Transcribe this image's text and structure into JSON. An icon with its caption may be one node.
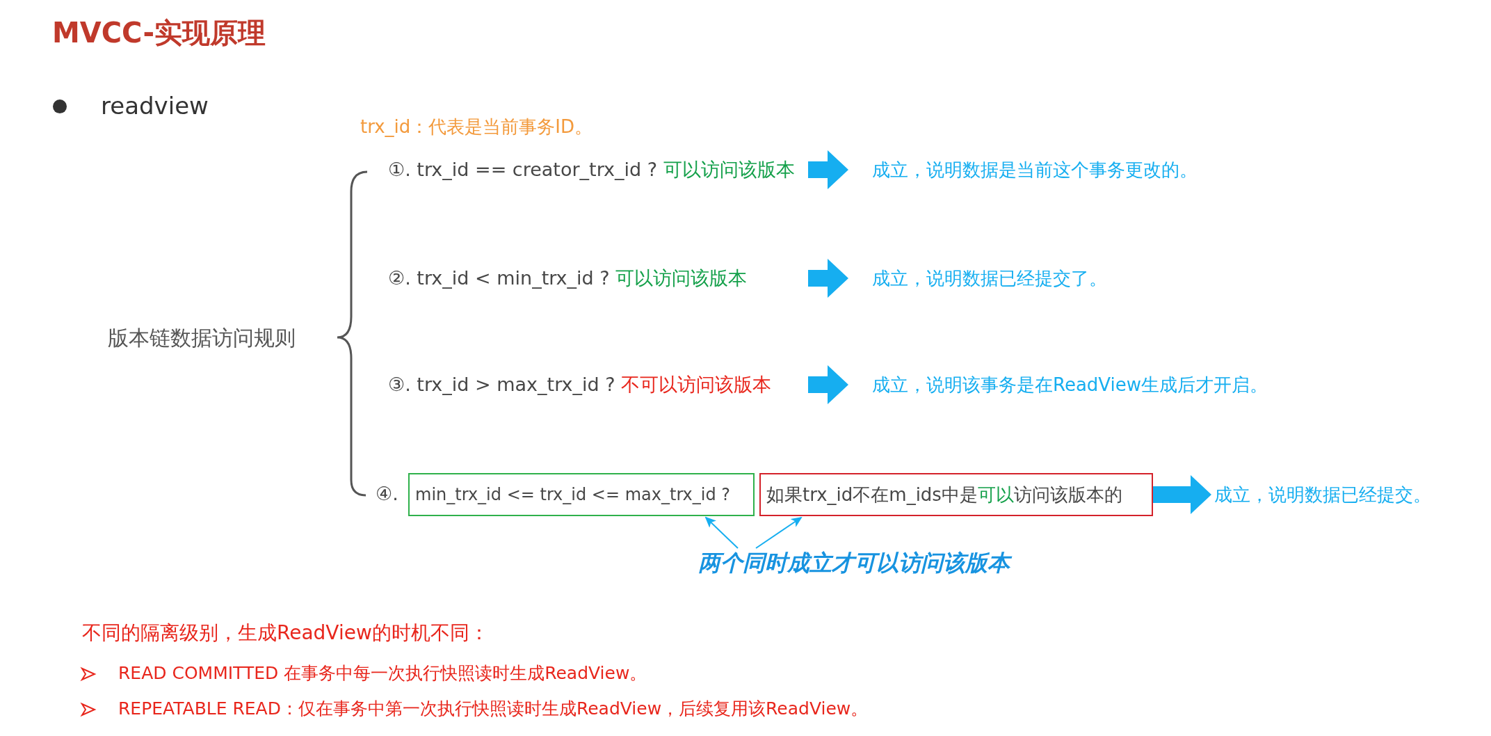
{
  "diagram": {
    "title": "MVCC-实现原理",
    "nodes": [
      {
        "text": [
          "①. trx_id  == creator_trx_id ? **可以访问该版本**"
        ]
      },
      {
        "text": [
          "成立，说明数据是当前这个事务更改的。"
        ]
      },
      {
        "text": [
          "②. trx_id < min_trx_id ? **可以访问该版本**"
        ]
      },
      {
        "text": [
          "成立，说明数据已经提交了。"
        ]
      },
      {
        "text": [
          "③. trx_id > max_trx_id ?  **不可以访问该版本**"
        ]
      },
      {
        "text": [
          "成立，说明该事务是在ReadView生成后才开启。"
        ]
      },
      {
        "text": [
          "min_trx_id <= trx_id <= max_trx_id ?"
        ]
      },
      {
        "text": [
          "如果trx_id不在m_ids中是**可以**访问该版本的"
        ]
      },
      {
        "text": [
          "成立，说明数据已经提交。"
        ]
      },
      {
        "text": [
          "两个同时成立才可以访问该版本"
        ]
      }
    ],
    "edges": [
      {
        "from": 0,
        "to": 1,
        "arrow": "to",
        "style": "thick"
      },
      {
        "from": 2,
        "to": 3,
        "arrow": "to",
        "style": "thick"
      },
      {
        "from": 4,
        "to": 5,
        "arrow": "to",
        "style": "thick"
      },
      {
        "from": 7,
        "to": 8,
        "arrow": "to",
        "style": "thick"
      },
      {
        "from": 9,
        "to": 6,
        "arrow": "to"
      },
      {
        "from": 9,
        "to": 7,
        "arrow": "to"
      }
    ],
    "labels": [
      "readview",
      "trx_id：代表是当前事务ID。",
      "版本链数据访问规则",
      "④.",
      "不同的隔离级别，生成ReadView的时机不同：",
      "READ COMMITTED 在事务中每一次执行快照读时生成ReadView。",
      "REPEATABLE READ：仅在事务中第一次执行快照读时生成ReadView，后续复用该ReadView。"
    ]
  }
}
